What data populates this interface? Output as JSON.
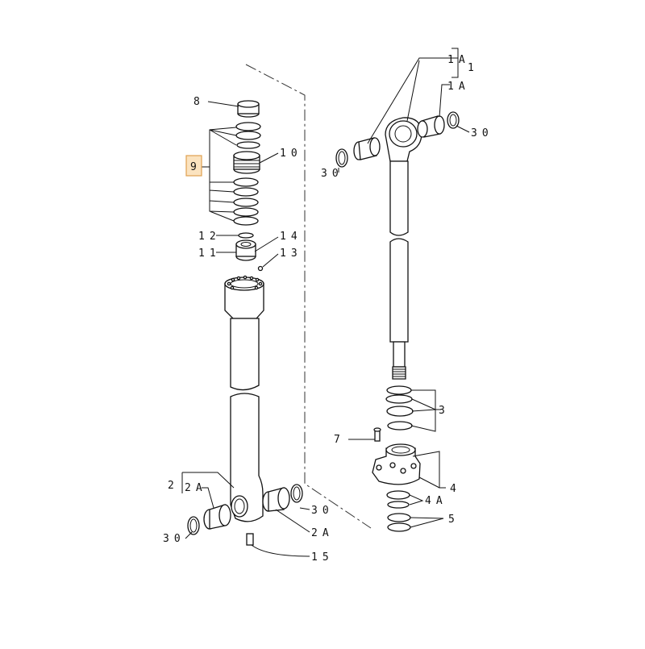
{
  "callouts": {
    "c8": "8",
    "c9": "9",
    "c10": "10",
    "c12": "12",
    "c14": "14",
    "c11": "11",
    "c13": "13",
    "c2": "2",
    "c2A_top": "2A",
    "c30_bl": "30",
    "c30_bm": "30",
    "c2A_bot": "2A",
    "c15": "15",
    "c1A_top": "1A",
    "c1": "1",
    "c1A_mid": "1A",
    "c30_tr": "30",
    "c30_tl": "30",
    "c3": "3",
    "c7": "7",
    "c4": "4",
    "c4A": "4A",
    "c5": "5"
  },
  "colors": {
    "highlight_fill": "#fbe3bf",
    "highlight_stroke": "#e0a050",
    "line": "#111111"
  }
}
